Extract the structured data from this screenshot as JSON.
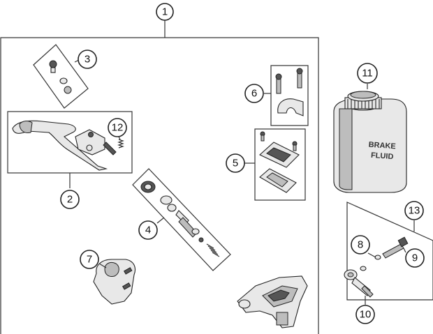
{
  "callouts": [
    {
      "label": "1"
    },
    {
      "label": "2"
    },
    {
      "label": "3"
    },
    {
      "label": "4"
    },
    {
      "label": "5"
    },
    {
      "label": "6"
    },
    {
      "label": "7"
    },
    {
      "label": "8"
    },
    {
      "label": "9"
    },
    {
      "label": "10"
    },
    {
      "label": "11"
    },
    {
      "label": "12"
    },
    {
      "label": "13"
    }
  ],
  "bottle": {
    "label_line1": "BRAKE",
    "label_line2": "FLUID"
  }
}
